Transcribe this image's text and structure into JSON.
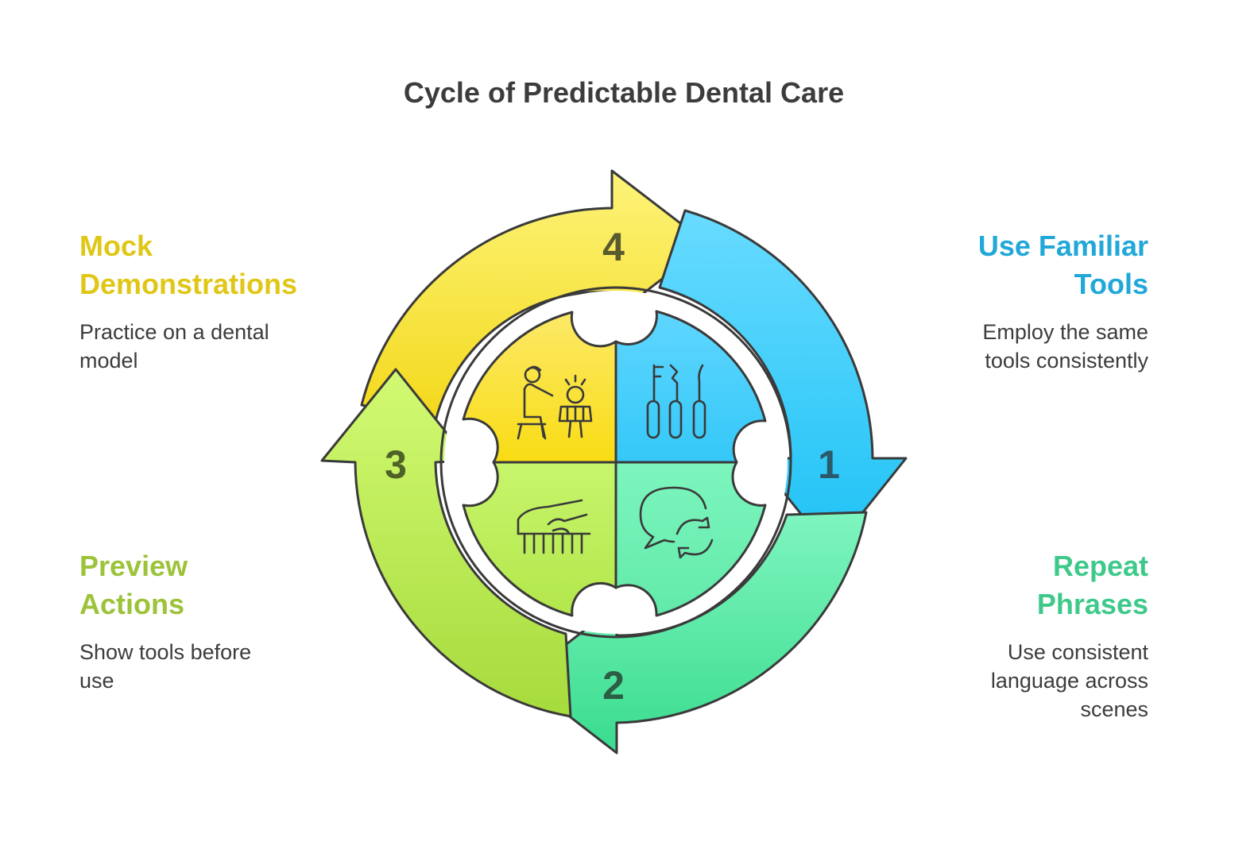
{
  "title": "Cycle of Predictable Dental Care",
  "colors": {
    "yellow": "#e0c716",
    "blue": "#21a8d8",
    "green": "#3ec98a",
    "lime": "#9cc33a",
    "outline": "#3a3a3a"
  },
  "steps": [
    {
      "number": "1",
      "heading_line1": "Use Familiar",
      "heading_line2": "Tools",
      "description_line1": "Employ the same",
      "description_line2": "tools consistently",
      "icon": "dental-tools-icon"
    },
    {
      "number": "2",
      "heading_line1": "Repeat",
      "heading_line2": "Phrases",
      "description_line1": "Use consistent",
      "description_line2": "language across",
      "description_line3": "scenes",
      "icon": "speech-repeat-icon"
    },
    {
      "number": "3",
      "heading_line1": "Preview",
      "heading_line2": "Actions",
      "description_line1": "Show tools before",
      "description_line2": "use",
      "icon": "hand-on-model-icon"
    },
    {
      "number": "4",
      "heading_line1": "Mock",
      "heading_line2": "Demonstrations",
      "description_line1": "Practice on a dental",
      "description_line2": "model",
      "icon": "teacher-child-icon"
    }
  ]
}
